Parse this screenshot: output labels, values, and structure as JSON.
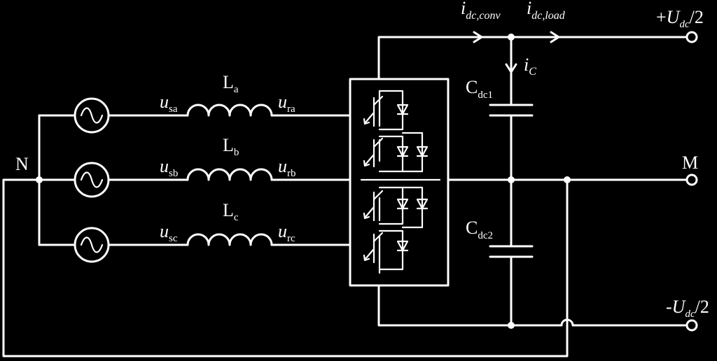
{
  "labels": {
    "neutral": "N",
    "midpoint": "M",
    "dc_pos": {
      "sign": "+",
      "sym": "U",
      "sub": "dc",
      "tail": "/2"
    },
    "dc_neg": {
      "sign": "-",
      "sym": "U",
      "sub": "dc",
      "tail": "/2"
    },
    "i_dc_conv": {
      "sym": "i",
      "sub": "dc,conv"
    },
    "i_dc_load": {
      "sym": "i",
      "sub": "dc,load"
    },
    "i_c": {
      "sym": "i",
      "sub": "C"
    },
    "cap_top": {
      "sym": "C",
      "sub": "dc1"
    },
    "cap_bottom": {
      "sym": "C",
      "sub": "dc2"
    }
  },
  "phases": [
    {
      "phase": "a",
      "u_s": {
        "sym": "u",
        "sub": "sa"
      },
      "inductor": {
        "sym": "L",
        "sub": "a"
      },
      "u_r": {
        "sym": "u",
        "sub": "ra"
      }
    },
    {
      "phase": "b",
      "u_s": {
        "sym": "u",
        "sub": "sb"
      },
      "inductor": {
        "sym": "L",
        "sub": "b"
      },
      "u_r": {
        "sym": "u",
        "sub": "rb"
      }
    },
    {
      "phase": "c",
      "u_s": {
        "sym": "u",
        "sub": "sc"
      },
      "inductor": {
        "sym": "L",
        "sub": "c"
      },
      "u_r": {
        "sym": "u",
        "sub": "rc"
      }
    }
  ],
  "colors": {
    "background": "#000000",
    "foreground": "#ffffff"
  }
}
